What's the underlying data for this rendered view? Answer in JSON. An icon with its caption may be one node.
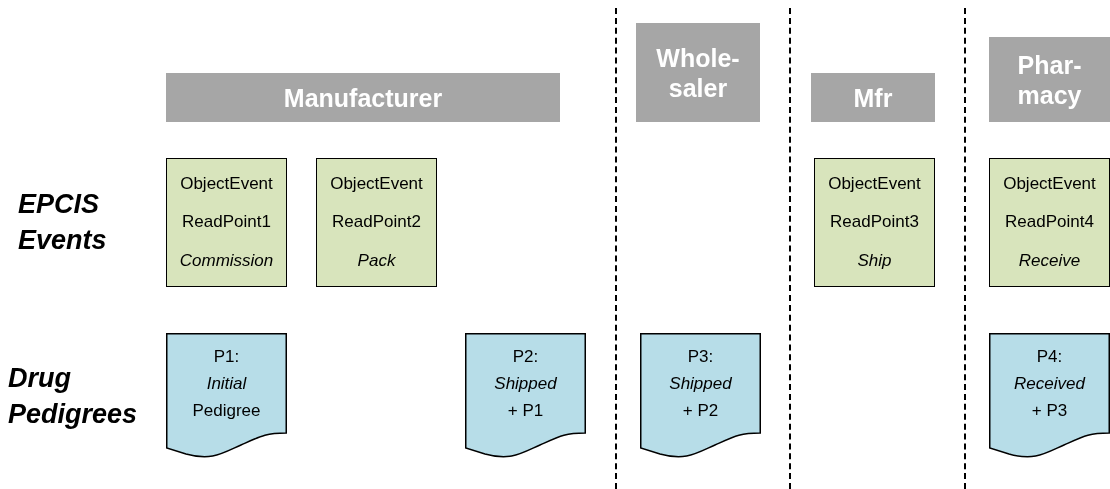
{
  "diagram": {
    "nodes": [
      {
        "text": [
          "Manufacturer"
        ]
      },
      {
        "text": [
          "Whole-saler"
        ]
      },
      {
        "text": [
          "Mfr"
        ]
      },
      {
        "text": [
          "Phar-macy"
        ]
      },
      {
        "text": [
          "ObjectEvent",
          "ReadPoint1",
          "Commission"
        ]
      },
      {
        "text": [
          "ObjectEvent",
          "ReadPoint2",
          "Pack"
        ]
      },
      {
        "text": [
          "ObjectEvent",
          "ReadPoint3",
          "Ship"
        ]
      },
      {
        "text": [
          "ObjectEvent",
          "ReadPoint4",
          "Receive"
        ]
      },
      {
        "text": [
          "P1: *Initial* Pedigree"
        ]
      },
      {
        "text": [
          "P2: *Shipped* + P1"
        ]
      },
      {
        "text": [
          "P3: *Shipped* + P2"
        ]
      },
      {
        "text": [
          "P4: *Received* + P3"
        ]
      }
    ],
    "edges": [],
    "labels": [
      "EPCIS Events",
      "Drug Pedigrees"
    ]
  }
}
